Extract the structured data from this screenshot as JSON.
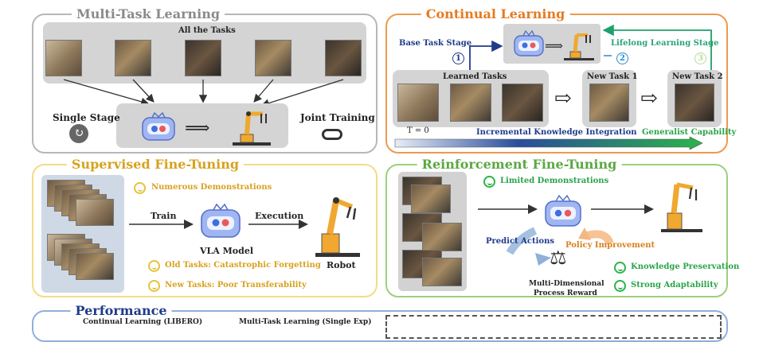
{
  "colors": {
    "mtl": "#b0b0b0",
    "cl": "#ec9a4f",
    "sft": "#f2dc86",
    "rft": "#9ccf7e",
    "perf": "#8fb0d8",
    "title_gray": "#8a8a8a",
    "title_orange": "#e47c22",
    "title_gold": "#d7a21f",
    "title_green": "#5ba843",
    "navy": "#1f3b8a",
    "green_text": "#2aa44a",
    "orange_text": "#d9801f",
    "teal": "#2aa37a"
  },
  "mtl": {
    "title": "Multi-Task Learning",
    "all_tasks": "All the Tasks",
    "single_stage": "Single Stage",
    "joint_training": "Joint Training"
  },
  "cl": {
    "title": "Continual Learning",
    "base_task_stage": "Base Task Stage",
    "lifelong_stage": "Lifelong Learning Stage",
    "step1": "1",
    "step2": "2",
    "step3": "3",
    "learned_tasks": "Learned Tasks",
    "new_task_1": "New Task 1",
    "new_task_2": "New Task 2",
    "t0": "T = 0",
    "incremental": "Incremental Knowledge Integration",
    "generalist": "Generalist Capability"
  },
  "sft": {
    "title": "Supervised Fine-Tuning",
    "numerous": "Numerous Demonstrations",
    "train": "Train",
    "execution": "Execution",
    "vla_model": "VLA Model",
    "robot": "Robot",
    "old_tasks": "Old Tasks: Catastrophic Forgetting",
    "new_tasks": "New Tasks: Poor Transferability"
  },
  "rft": {
    "title": "Reinforcement Fine-Tuning",
    "limited": "Limited Demonstrations",
    "predict": "Predict Actions",
    "policy": "Policy Improvement",
    "reward_line1": "Multi-Dimensional",
    "reward_line2": "Process Reward",
    "knowledge": "Knowledge Preservation",
    "adaptability": "Strong Adaptability"
  },
  "perf": {
    "title": "Performance",
    "sub1": "Continual Learning (LIBERO)",
    "sub2": "Multi-Task Learning (Single Exp)"
  }
}
